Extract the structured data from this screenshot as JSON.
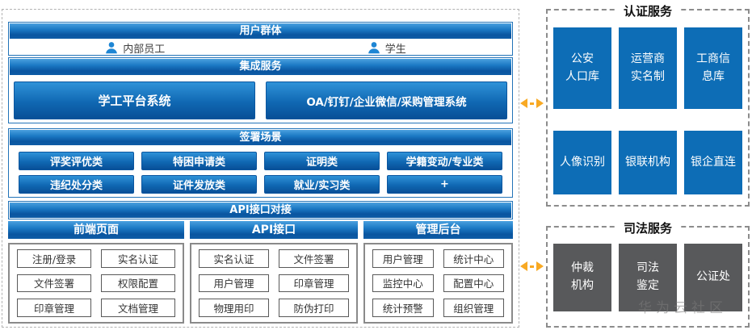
{
  "left_panel": {
    "user_group": {
      "title": "用户群体",
      "users": [
        "内部员工",
        "学生"
      ]
    },
    "integration": {
      "title": "集成服务",
      "systems": [
        "学工平台系统",
        "OA/钉钉/企业微信/采购管理系统"
      ]
    },
    "signing": {
      "title": "签署场景",
      "rows": [
        [
          "评奖评优类",
          "特困申请类",
          "证明类",
          "学籍变动/专业类"
        ],
        [
          "违纪处分类",
          "证件发放类",
          "就业/实习类",
          "+"
        ]
      ]
    },
    "api": {
      "title": "API接口对接",
      "columns": [
        {
          "title": "前端页面",
          "items": [
            "注册/登录",
            "实名认证",
            "文件签署",
            "权限配置",
            "印章管理",
            "文档管理"
          ]
        },
        {
          "title": "API接口",
          "items": [
            "实名认证",
            "文件签署",
            "用户管理",
            "印章管理",
            "物理用印",
            "防伪打印"
          ]
        },
        {
          "title": "管理后台",
          "items": [
            "用户管理",
            "统计中心",
            "监控中心",
            "配置中心",
            "统计预警",
            "组织管理"
          ]
        }
      ]
    }
  },
  "auth_service": {
    "title": "认证服务",
    "boxes": [
      "公安\n人口库",
      "运营商\n实名制",
      "工商信\n息库",
      "人像识别",
      "银联机构",
      "银企直连"
    ]
  },
  "judicial_service": {
    "title": "司法服务",
    "boxes": [
      "仲裁\n机构",
      "司法\n鉴定",
      "公证处"
    ]
  },
  "watermark": "华为云社区",
  "colors": {
    "bar_gradient_top": "#4aa0de",
    "bar_gradient_bottom": "#0a55a0",
    "flat_blue": "#0d6db6",
    "gray_box": "#58595b",
    "arrow_orange": "#f8a923",
    "section_border": "#2273b8"
  }
}
